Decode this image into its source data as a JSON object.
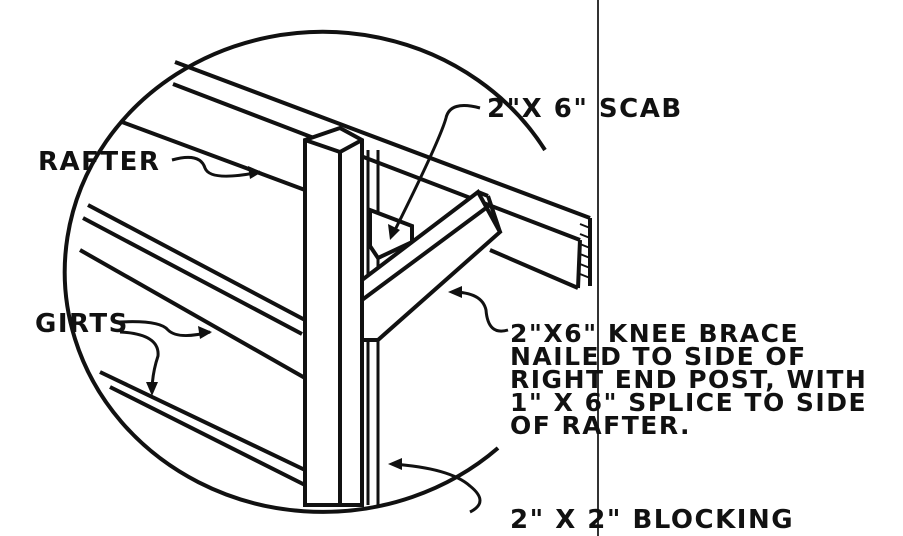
{
  "labels": {
    "rafter": "RAFTER",
    "girts": "GIRTS",
    "scab": "2\"X 6\" SCAB",
    "knee_brace": [
      "2\"X6\" KNEE BRACE",
      "NAILED TO SIDE OF",
      "RIGHT END POST, WITH",
      "1\" X 6\" SPLICE TO SIDE",
      "OF RAFTER."
    ],
    "blocking": "2\" X 2\" BLOCKING"
  },
  "colors": {
    "ink": "#111111",
    "paper": "#ffffff"
  }
}
